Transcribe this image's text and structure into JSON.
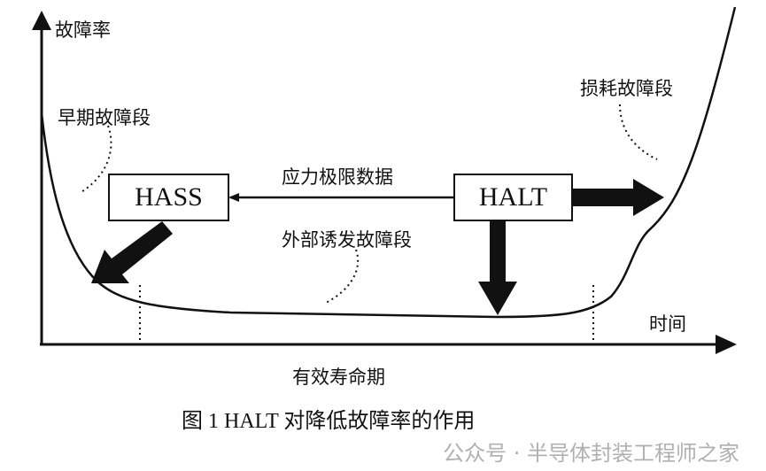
{
  "axes": {
    "y_label": "故障率",
    "x_label": "时间"
  },
  "phases": {
    "early": "早期故障段",
    "wearout": "损耗故障段",
    "external": "外部诱发故障段",
    "useful_life": "有效寿命期"
  },
  "boxes": {
    "hass": "HASS",
    "halt": "HALT"
  },
  "arrow_label": "应力极限数据",
  "caption": "图 1   HALT 对降低故障率的作用",
  "watermark": "公众号 · 半导体封装工程师之家"
}
